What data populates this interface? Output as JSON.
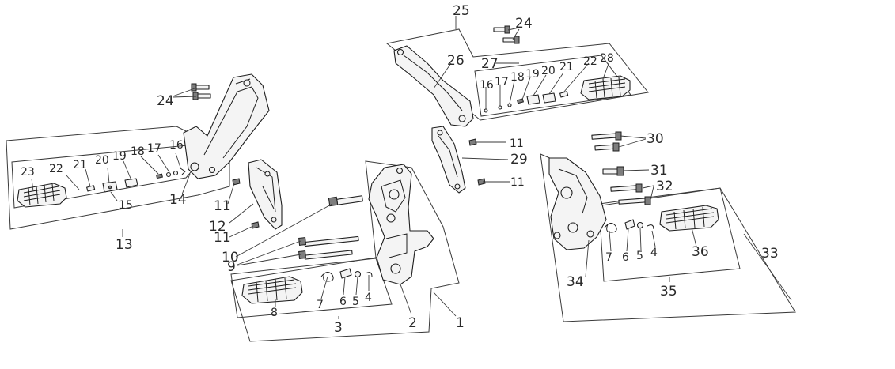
{
  "diagram": {
    "part_numbers": {
      "p1": "1",
      "p2": "2",
      "p3": "3",
      "p4a": "4",
      "p4b": "4",
      "p5a": "5",
      "p5b": "5",
      "p6a": "6",
      "p6b": "6",
      "p7a": "7",
      "p7b": "7",
      "p8": "8",
      "p9": "9",
      "p10": "10",
      "p11a": "11",
      "p11b": "11",
      "p11c": "11",
      "p11d": "11",
      "p12": "12",
      "p13": "13",
      "p14": "14",
      "p15": "15",
      "p16a": "16",
      "p16b": "16",
      "p17a": "17",
      "p17b": "17",
      "p18a": "18",
      "p18b": "18",
      "p19a": "19",
      "p19b": "19",
      "p20a": "20",
      "p20b": "20",
      "p21a": "21",
      "p21b": "21",
      "p22a": "22",
      "p22b": "22",
      "p23": "23",
      "p24a": "24",
      "p24b": "24",
      "p25": "25",
      "p26": "26",
      "p27": "27",
      "p28": "28",
      "p29": "29",
      "p30": "30",
      "p31": "31",
      "p32": "32",
      "p33": "33",
      "p34": "34",
      "p35": "35",
      "p36": "36"
    }
  }
}
